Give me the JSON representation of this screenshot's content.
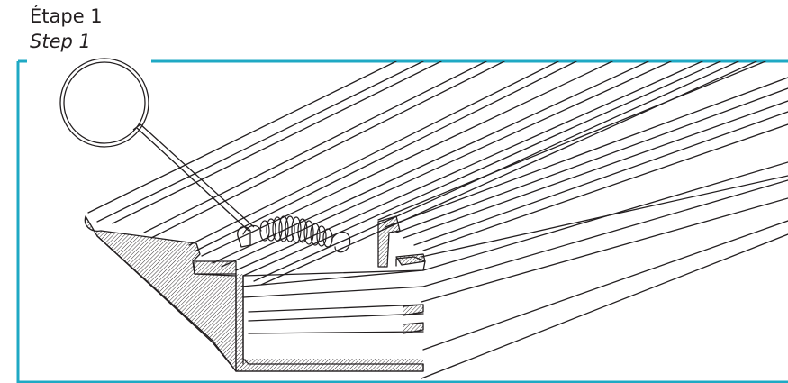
{
  "step": {
    "title_fr": "Étape 1",
    "title_en": "Step 1"
  },
  "colors": {
    "frame": "#1fa9c4",
    "ink": "#231f20",
    "hatch": "#231f20",
    "background": "#ffffff"
  },
  "illustration": {
    "subject": "aluminum-extrusion-rail",
    "components": [
      "rail-profile",
      "tension-spring",
      "detail-callout-circle"
    ]
  }
}
